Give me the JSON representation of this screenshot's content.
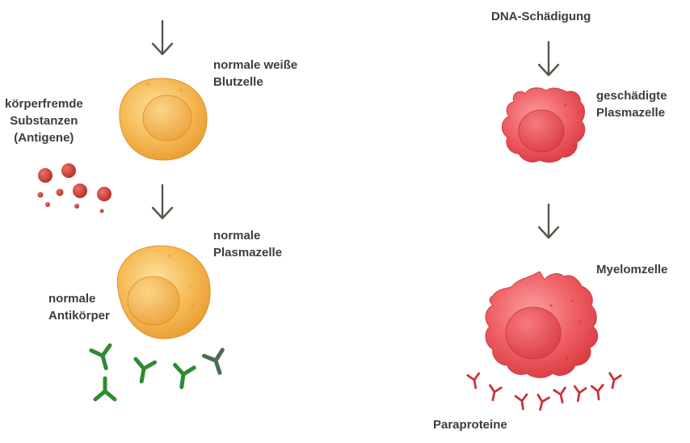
{
  "left": {
    "white_cell_label": [
      "normale weiße",
      "Blutzelle"
    ],
    "antigens_label": [
      "körperfremde",
      "Substanzen",
      "(Antigene)"
    ],
    "plasma_cell_label": [
      "normale",
      "Plasmazelle"
    ],
    "antibodies_label": [
      "normale",
      "Antikörper"
    ]
  },
  "right": {
    "trigger_label": "DNA-Schädigung",
    "damaged_cell_label": [
      "geschädigte",
      "Plasmazelle"
    ],
    "myeloma_cell_label": "Myelomzelle",
    "paraproteins_label": "Paraproteine"
  },
  "colors": {
    "arrow": "#55554a",
    "text": "#3d3d3d",
    "normal_cell": "#f2b04a",
    "damaged_cell": "#e8464c",
    "antigen": "#c8372f",
    "antibody": "#2f8a34",
    "paraprotein": "#c8333a"
  }
}
